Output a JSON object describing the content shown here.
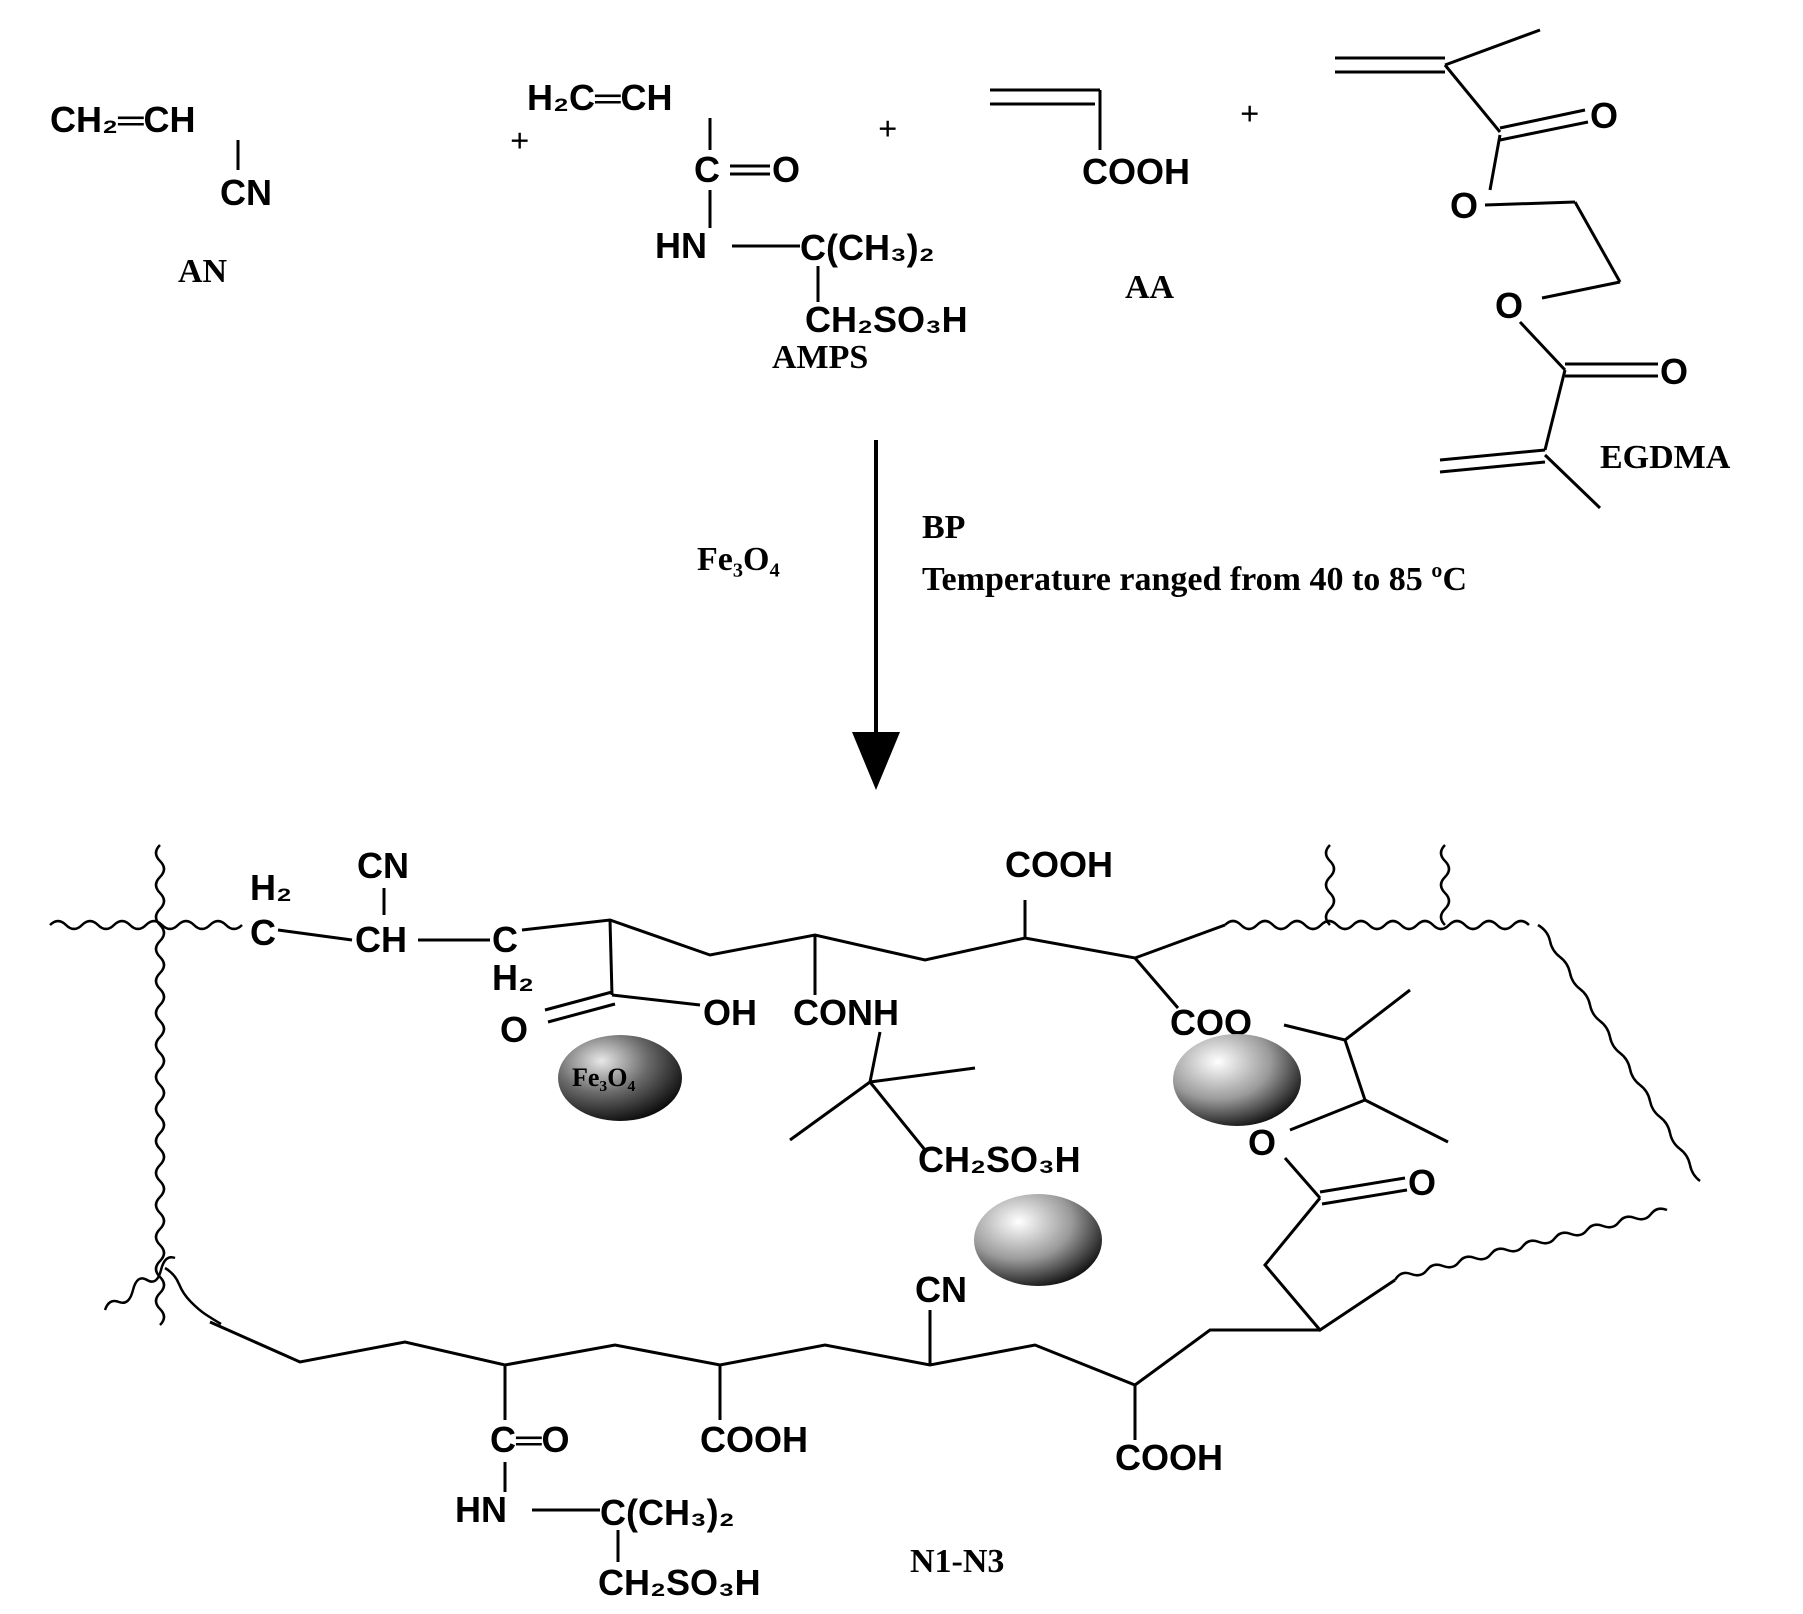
{
  "reactants": {
    "an": {
      "line1": "CH₂═CH",
      "cn": "CN",
      "label": "AN"
    },
    "amps": {
      "top": "H₂C═CH",
      "carbonyl_c": "C",
      "carbonyl_o": "O",
      "hn": "HN",
      "cme2": "C(CH₃)₂",
      "ch2so3h": "CH₂SO₃H",
      "label": "AMPS"
    },
    "aa": {
      "cooh": "COOH",
      "label": "AA"
    },
    "egdma": {
      "o1": "O",
      "o2": "O",
      "o3": "O",
      "o4": "O",
      "label": "EGDMA"
    },
    "plus": "+"
  },
  "reaction": {
    "catalyst": "Fe₃O₄",
    "initiator": "BP",
    "conditions": "Temperature ranged from 40 to 85 ºC"
  },
  "product": {
    "h2_top": "H₂",
    "cn_top": "CN",
    "c_left": "C",
    "ch_mid": "CH",
    "c_right": "C",
    "h2_bottom": "H₂",
    "o_acid": "O",
    "oh_acid": "OH",
    "conh": "CONH",
    "cooh_top": "COOH",
    "coo": "COO",
    "ester_o": "O",
    "ester_o2": "O",
    "ch2so3h_mid": "CH₂SO₃H",
    "cn_bottom": "CN",
    "ceo": "C═O",
    "hn": "HN",
    "cme2": "C(CH₃)₂",
    "ch2so3h_bottom": "CH₂SO₃H",
    "cooh_b1": "COOH",
    "cooh_b2": "COOH",
    "fe3o4_particle": "Fe₃O₄",
    "label": "N1-N3"
  },
  "colors": {
    "ink": "#000000",
    "particle_light": "#ffffff",
    "particle_dark": "#1a1a1a"
  }
}
